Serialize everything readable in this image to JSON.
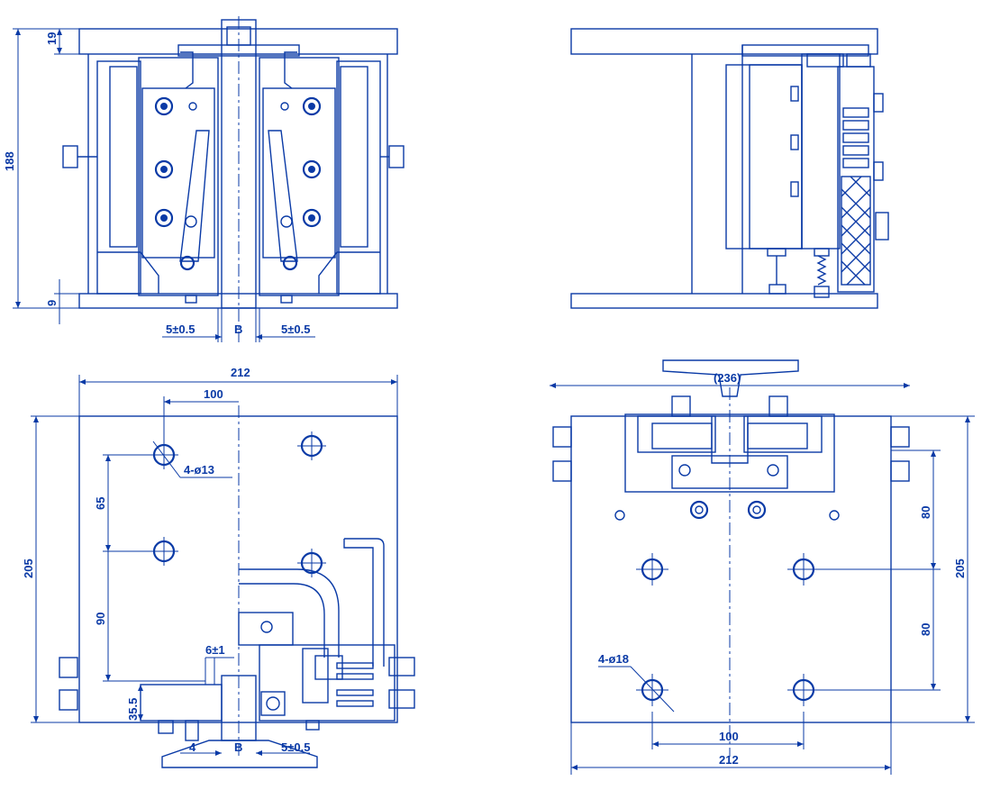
{
  "colors": {
    "line": "#0a3aa6",
    "background": "#ffffff"
  },
  "front_view": {
    "dim_total_height": "188",
    "dim_top": "19",
    "dim_bottom": "9",
    "dim_gap_left": "5±0.5",
    "dim_rail": "B",
    "dim_gap_right": "5±0.5"
  },
  "top_left_view": {
    "dim_width": "212",
    "dim_hole_offset": "100",
    "dim_holes": "4-ø13",
    "dim_height": "205",
    "dim_v1": "65",
    "dim_v2": "90",
    "dim_gap": "6±1",
    "dim_base": "35.5",
    "dim_small": "4",
    "dim_rail": "B",
    "dim_clear": "5±0.5"
  },
  "top_right_view": {
    "dim_overall": "(236)",
    "dim_holes": "4-ø18",
    "dim_hole_spacing": "100",
    "dim_width": "212",
    "dim_v1": "80",
    "dim_v2": "80",
    "dim_height": "205"
  }
}
